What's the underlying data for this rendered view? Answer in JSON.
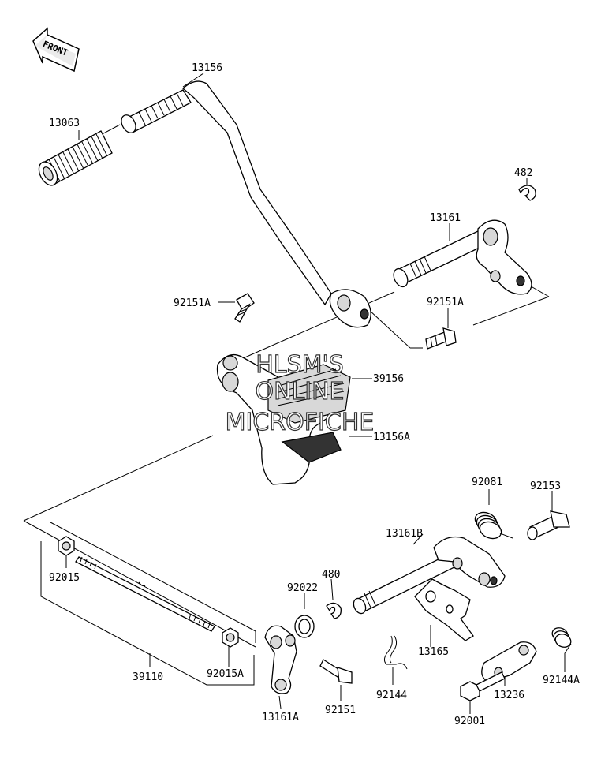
{
  "front_arrow": {
    "label": "FRONT"
  },
  "watermark": {
    "line1": "HLSM'S",
    "line2": "ONLINE",
    "line3": "MICROFICHE"
  },
  "parts": [
    "13156",
    "13063",
    "482",
    "13161",
    "92151A",
    "92151A",
    "39156",
    "13156A",
    "92081",
    "92153",
    "13161B",
    "480",
    "92022",
    "92015",
    "39110",
    "92015A",
    "13165",
    "92144",
    "92144A",
    "13236",
    "92001",
    "13161A",
    "92151"
  ]
}
